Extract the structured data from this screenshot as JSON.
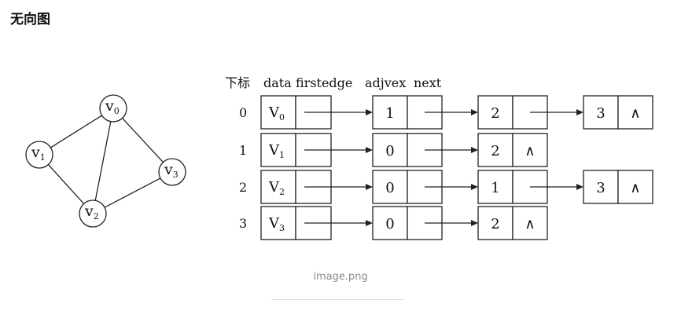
{
  "heading": "无向图",
  "caption": "image.png",
  "graph": {
    "vertices": [
      {
        "id": "v0",
        "letter": "v",
        "sub": "0"
      },
      {
        "id": "v1",
        "letter": "v",
        "sub": "1"
      },
      {
        "id": "v2",
        "letter": "v",
        "sub": "2"
      },
      {
        "id": "v3",
        "letter": "v",
        "sub": "3"
      }
    ],
    "edges": [
      [
        "v0",
        "v1"
      ],
      [
        "v0",
        "v2"
      ],
      [
        "v0",
        "v3"
      ],
      [
        "v1",
        "v2"
      ],
      [
        "v2",
        "v3"
      ]
    ]
  },
  "table": {
    "headers": {
      "index": "下标",
      "data": "data",
      "firstedge": "firstedge",
      "adjvex": "adjvex",
      "next": "next"
    },
    "rows": [
      {
        "index": "0",
        "letter": "V",
        "sub": "0",
        "adj": [
          "1",
          "2",
          "3"
        ]
      },
      {
        "index": "1",
        "letter": "V",
        "sub": "1",
        "adj": [
          "0",
          "2"
        ]
      },
      {
        "index": "2",
        "letter": "V",
        "sub": "2",
        "adj": [
          "0",
          "1",
          "3"
        ]
      },
      {
        "index": "3",
        "letter": "V",
        "sub": "3",
        "adj": [
          "0",
          "2"
        ]
      }
    ],
    "null_symbol": "∧"
  }
}
